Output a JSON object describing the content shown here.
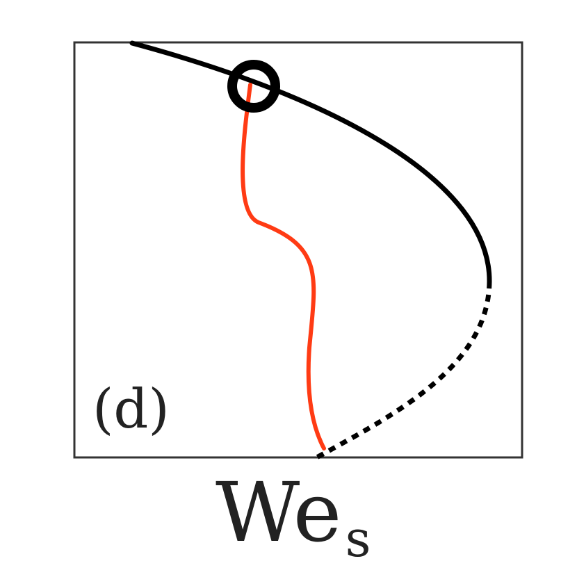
{
  "panel": {
    "label": "(d)"
  },
  "axis": {
    "x_label_main": "We",
    "x_label_sub": "s"
  },
  "colors": {
    "frame": "#333333",
    "stable_branch": "#000000",
    "unstable_branch": "#000000",
    "trajectory": "#ff3b14",
    "marker": "#000000",
    "text": "#222222"
  }
}
